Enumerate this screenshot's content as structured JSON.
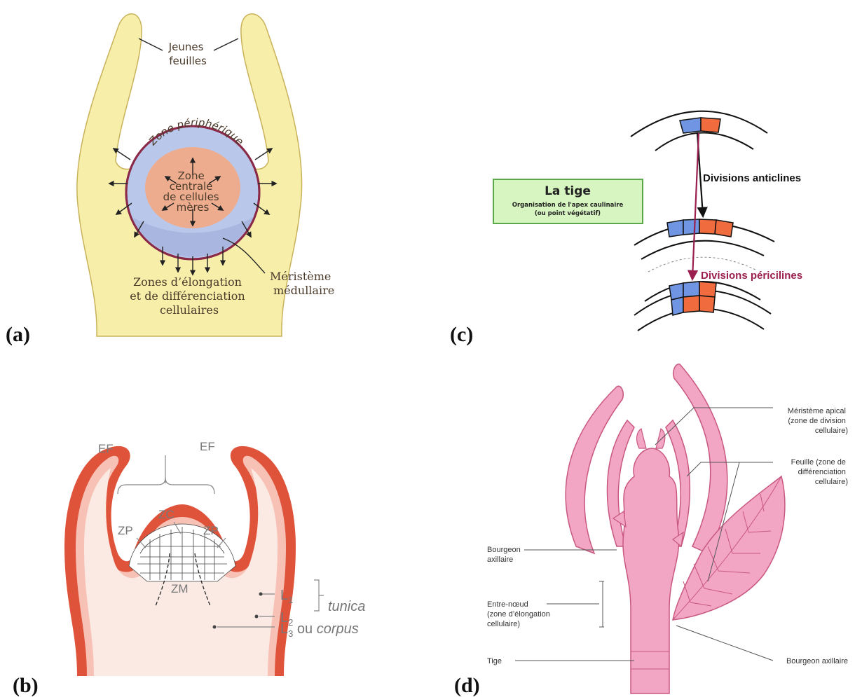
{
  "panels": {
    "a": {
      "letter": "(a)",
      "young_leaves": [
        "Jeunes",
        "feuilles"
      ],
      "peripheral_zone": "Zone périphérique",
      "central_zone": [
        "Zone",
        "centrale",
        "de cellules",
        "mères"
      ],
      "elongation": [
        "Zones d’élongation",
        "et de différenciation",
        "cellulaires"
      ],
      "medullary": [
        "Méristème",
        "médullaire"
      ]
    },
    "b": {
      "letter": "(b)",
      "ef_left": "EF",
      "ef_right": "EF",
      "zc": "ZC",
      "zp_left": "ZP",
      "zp_right": "ZP",
      "zm": "ZM",
      "l1": "L",
      "l1_sub": "1",
      "l2": "L",
      "l2_sub": "2",
      "tunica": "tunica",
      "l3": "L",
      "l3_sub": "3",
      "l3_rest": " ou ",
      "corpus": "corpus"
    },
    "c": {
      "letter": "(c)",
      "box_title": "La tige",
      "box_line1": "Organisation de l'apex caulinaire",
      "box_line2": "(ou point végétatif)",
      "anticlinal": "Divisions anticlines",
      "periclinal": "Divisions péricilines"
    },
    "d": {
      "letter": "(d)",
      "apical": [
        "Méristème apical",
        "(zone de division",
        "cellulaire)"
      ],
      "leaf": [
        "Feuille (zone de",
        "différenciation",
        "cellulaire)"
      ],
      "bud_left": [
        "Bourgeon",
        "axillaire"
      ],
      "internode": [
        "Entre-nœud",
        "(zone d’élongation",
        "cellulaire)"
      ],
      "stem": "Tige",
      "bud_right": "Bourgeon axillaire"
    }
  },
  "colors": {
    "leaf_yellow": "#f7eeaa",
    "peripheral_blue": "#b9c8ea",
    "central_salmon": "#eeac8f",
    "outline_maroon": "#8a2a48",
    "tunica_red": "#e0533b",
    "tunica_light": "#f7c2b5",
    "corpus_pink": "#fbeae4",
    "plant_pink": "#f2a6c4",
    "plant_dark": "#c8587f",
    "box_green": "#d6f5c0",
    "division_blue": "#6f95e3",
    "division_orange": "#f06b3d",
    "pericline_magenta": "#9a1f4e"
  }
}
